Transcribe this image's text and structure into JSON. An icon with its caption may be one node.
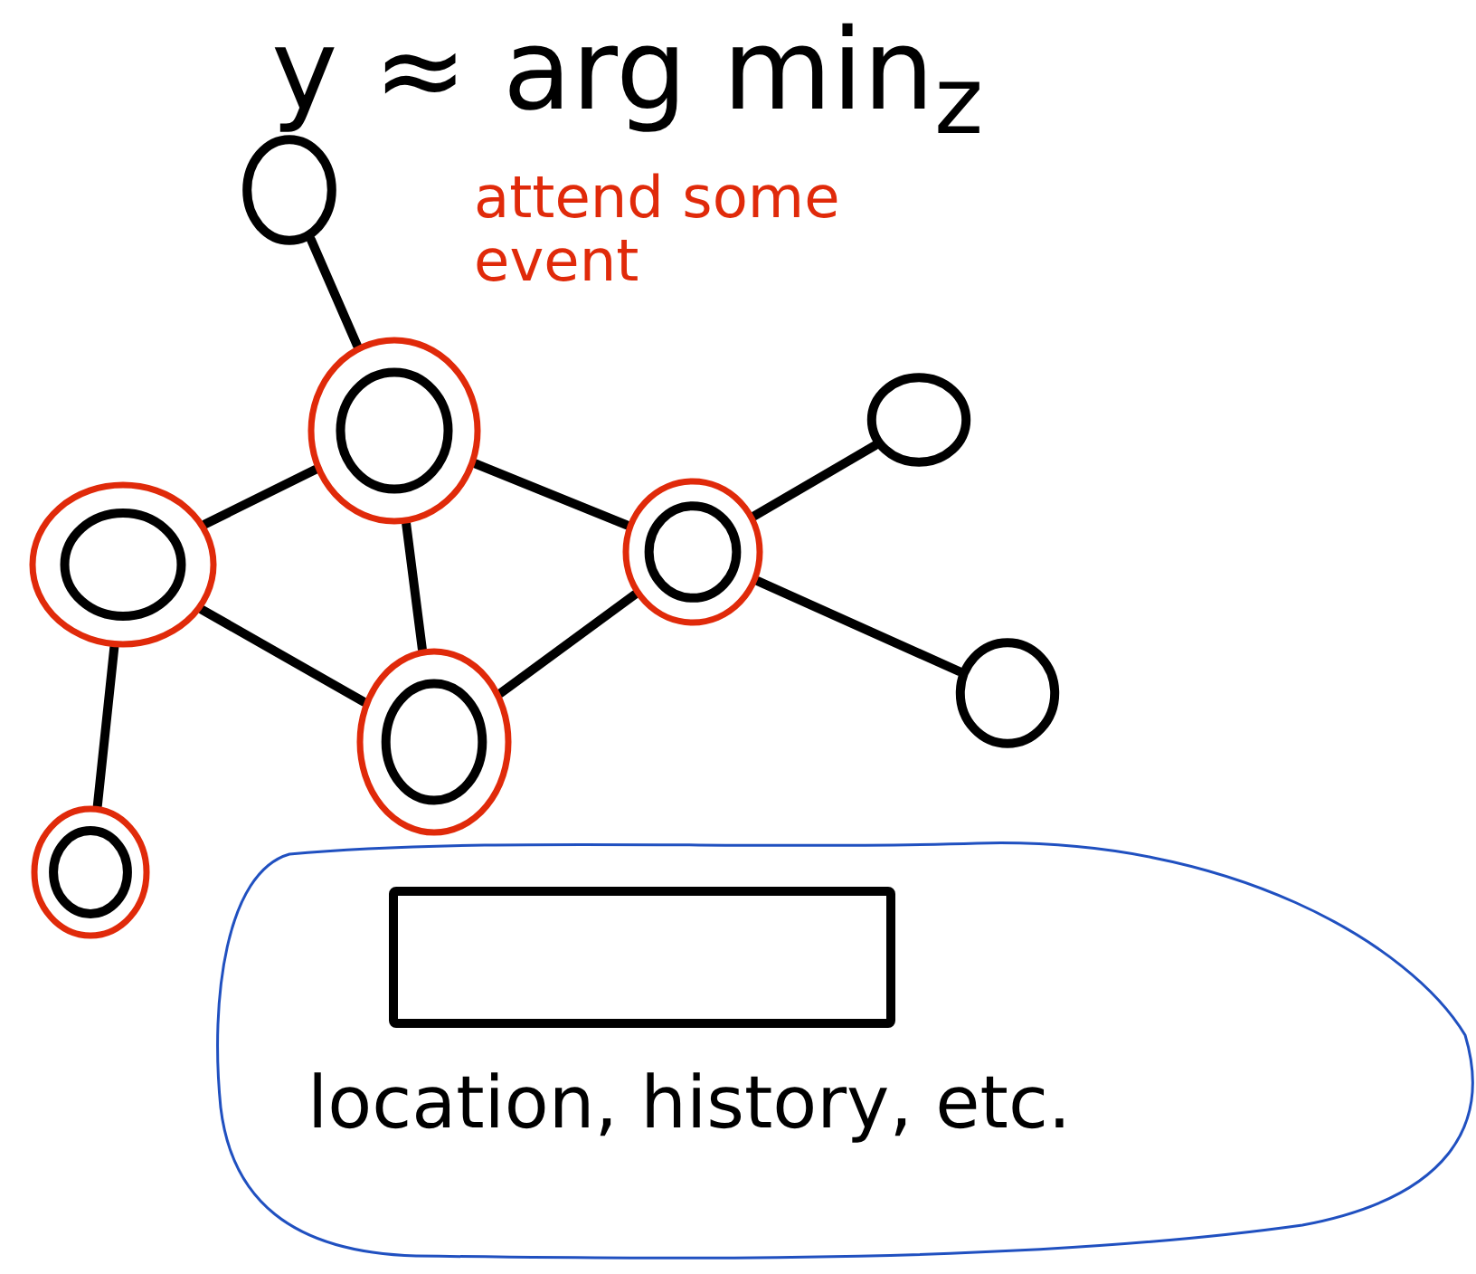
{
  "diagram": {
    "nodes": [
      {
        "text": [],
        "shape": "circle"
      },
      {
        "text": [],
        "shape": "circle"
      },
      {
        "text": [],
        "shape": "circle"
      },
      {
        "text": [],
        "shape": "circle"
      },
      {
        "text": [],
        "shape": "circle"
      },
      {
        "text": [],
        "shape": "circle"
      },
      {
        "text": [],
        "shape": "circle"
      },
      {
        "text": [],
        "shape": "circle"
      },
      {
        "text": [
          "location, history, etc."
        ]
      },
      {
        "text": [],
        "shape": "box",
        "in": 8
      }
    ],
    "edges": [
      {
        "from": 0,
        "to": 1,
        "arrow": "none"
      },
      {
        "from": 1,
        "to": 2,
        "arrow": "none"
      },
      {
        "from": 1,
        "to": 4,
        "arrow": "none"
      },
      {
        "from": 1,
        "to": 3,
        "arrow": "none"
      },
      {
        "from": 2,
        "to": 3,
        "arrow": "none"
      },
      {
        "from": 3,
        "to": 4,
        "arrow": "none"
      },
      {
        "from": 4,
        "to": 5,
        "arrow": "none"
      },
      {
        "from": 4,
        "to": 6,
        "arrow": "none"
      },
      {
        "from": 2,
        "to": 7,
        "arrow": "none"
      }
    ],
    "labels": [
      "y ≈ arg min$_{z}$",
      "attend some event"
    ]
  }
}
